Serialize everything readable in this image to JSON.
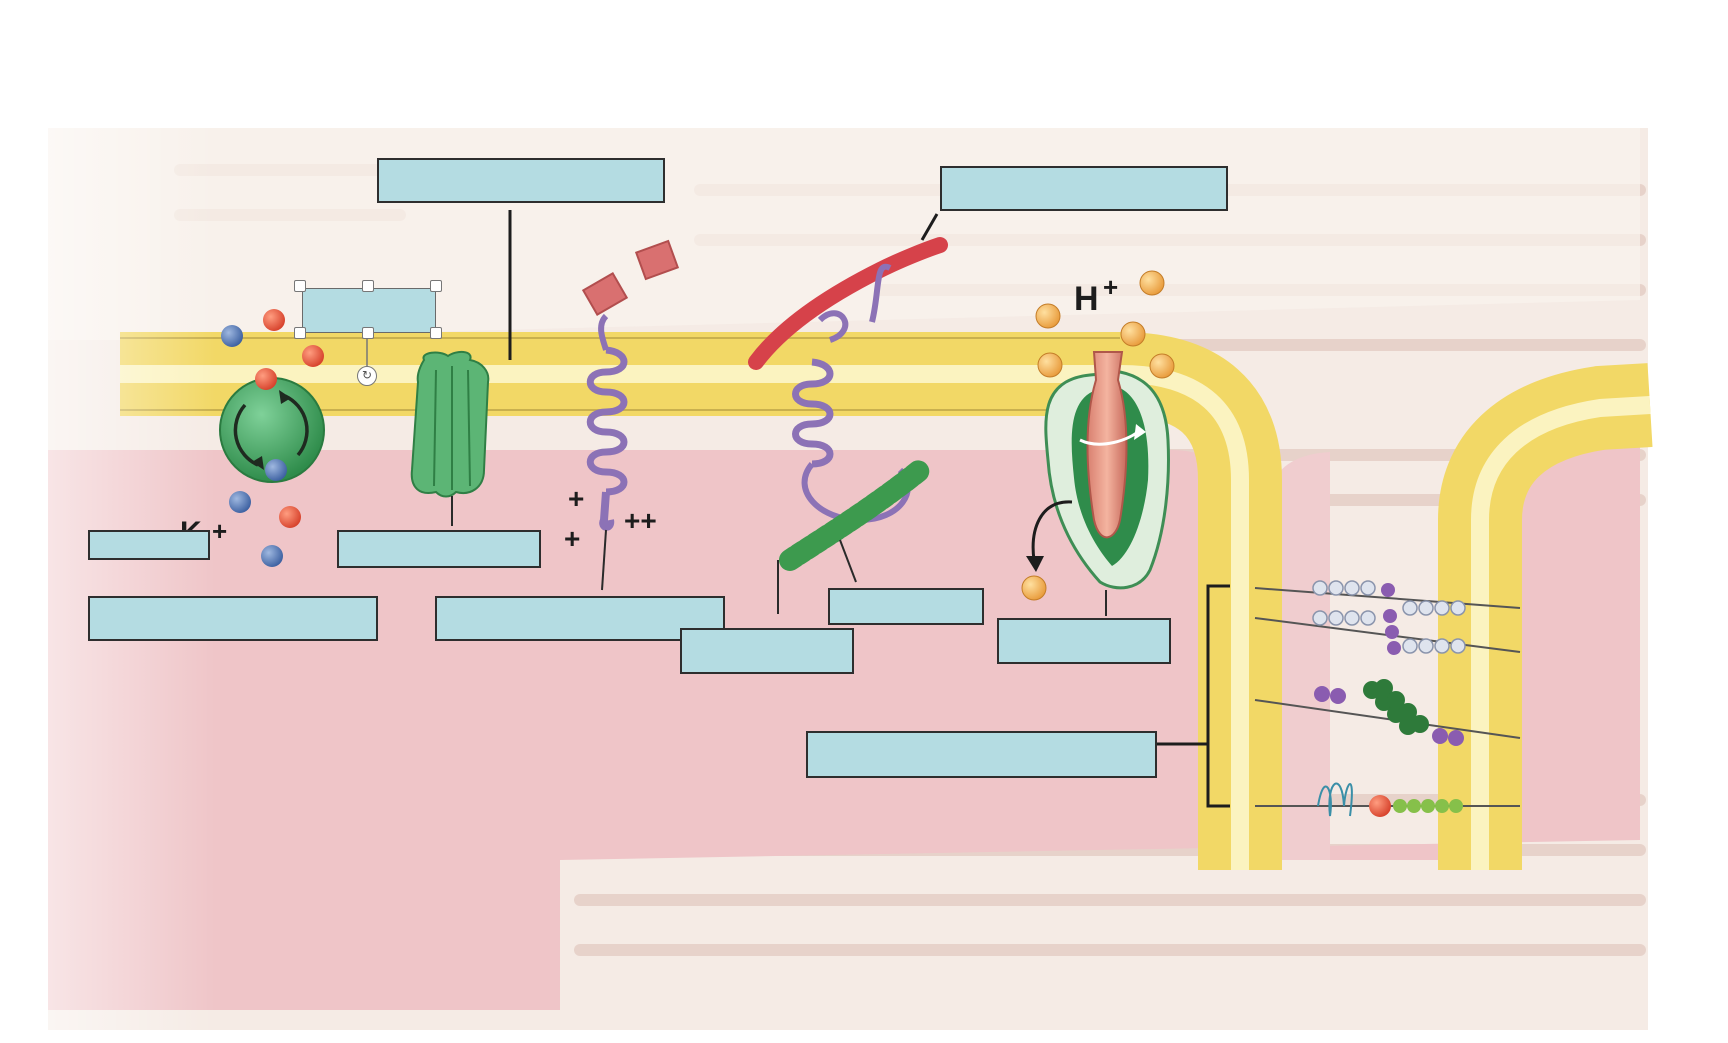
{
  "diagram": {
    "ion_label_k": "K",
    "ion_label_h": "H",
    "charge_plus": "+",
    "charge_double_plus": "++",
    "colors": {
      "membrane_yellow": "#f4e27a",
      "cytoplasm_pink": "#efc5c8",
      "green_protein": "#4fae6a",
      "purple_receptor": "#8c72b6",
      "red_filament": "#d6424a",
      "label_fill": "#b4dce2"
    }
  },
  "labels": [
    {
      "id": "top-left-label",
      "text": ""
    },
    {
      "id": "top-right-label",
      "text": ""
    },
    {
      "id": "selected-label",
      "text": ""
    },
    {
      "id": "pump-label",
      "text": ""
    },
    {
      "id": "pump-name-label",
      "text": ""
    },
    {
      "id": "channel-label",
      "text": ""
    },
    {
      "id": "receptor-label",
      "text": ""
    },
    {
      "id": "linker-label-a",
      "text": ""
    },
    {
      "id": "linker-label-b",
      "text": ""
    },
    {
      "id": "transporter-label",
      "text": ""
    },
    {
      "id": "junction-label",
      "text": ""
    }
  ]
}
